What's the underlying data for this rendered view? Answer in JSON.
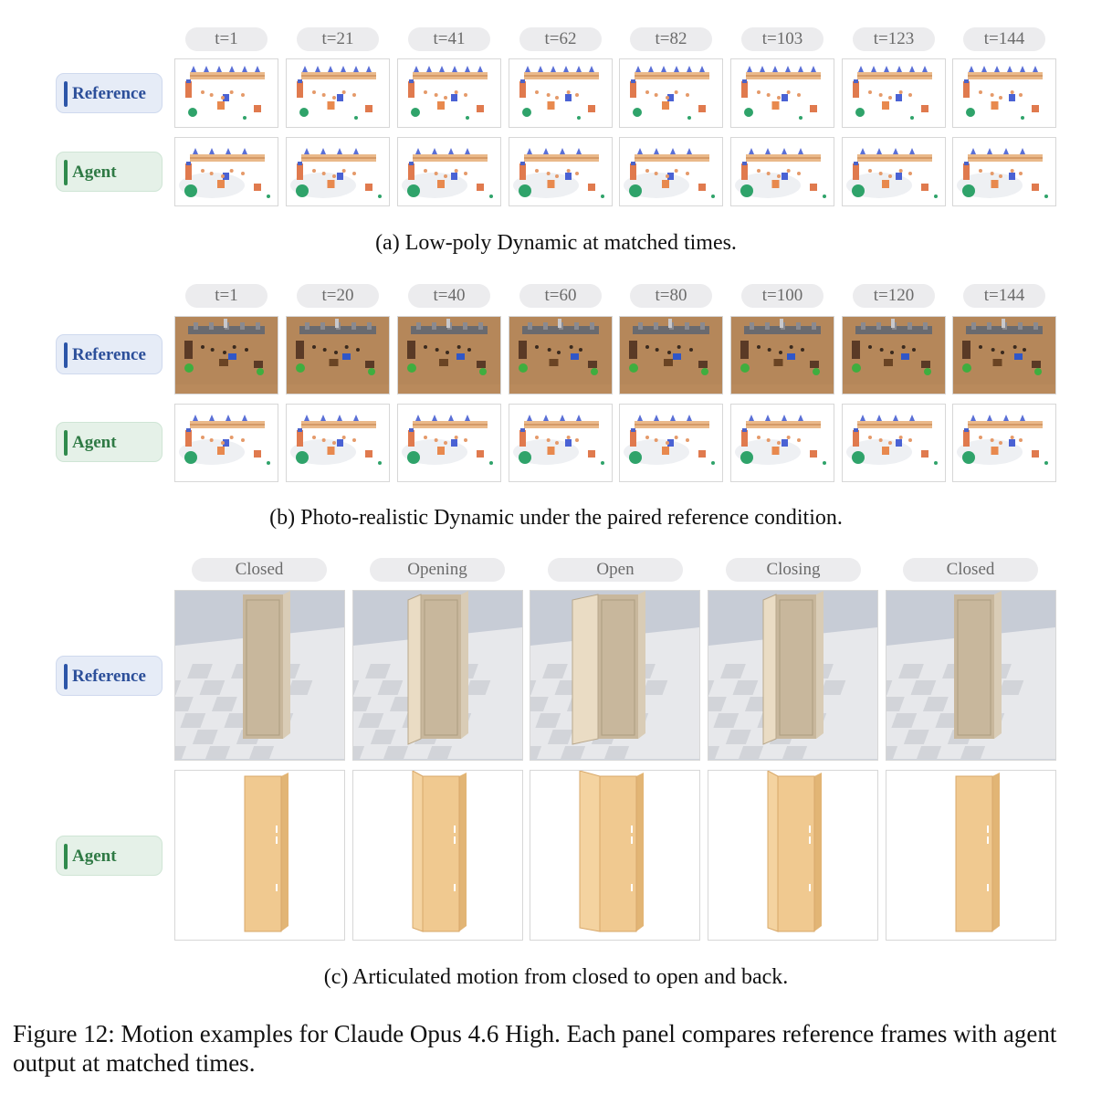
{
  "panel_a": {
    "times": [
      "t=1",
      "t=21",
      "t=41",
      "t=62",
      "t=82",
      "t=103",
      "t=123",
      "t=144"
    ],
    "reference_label": "Reference",
    "agent_label": "Agent",
    "caption": "(a) Low-poly Dynamic at matched times."
  },
  "panel_b": {
    "times": [
      "t=1",
      "t=20",
      "t=40",
      "t=60",
      "t=80",
      "t=100",
      "t=120",
      "t=144"
    ],
    "reference_label": "Reference",
    "agent_label": "Agent",
    "caption": "(b) Photo-realistic Dynamic under the paired reference condition."
  },
  "panel_c": {
    "stages": [
      "Closed",
      "Opening",
      "Open",
      "Closing",
      "Closed"
    ],
    "reference_label": "Reference",
    "agent_label": "Agent",
    "caption": "(c) Articulated motion from closed to open and back."
  },
  "figure_caption": "Figure 12: Motion examples for Claude Opus 4.6 High. Each panel compares reference frames with agent output at matched times.",
  "colors": {
    "reference_accent": "#2c55a8",
    "agent_accent": "#2f8a4c"
  }
}
